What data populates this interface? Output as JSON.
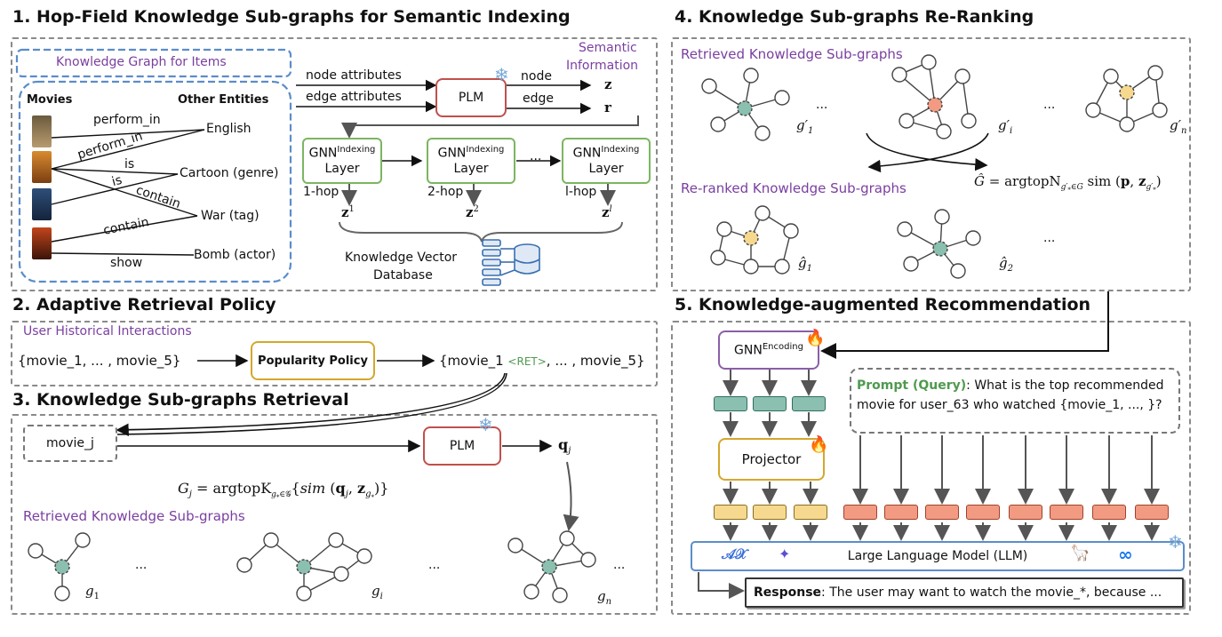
{
  "sections": {
    "s1": "1. Hop-Field Knowledge Sub-graphs for Semantic Indexing",
    "s2": "2. Adaptive Retrieval Policy",
    "s3": "3. Knowledge Sub-graphs Retrieval",
    "s4": "4. Knowledge Sub-graphs Re-Ranking",
    "s5": "5. Knowledge-augmented Recommendation"
  },
  "s1": {
    "kg_title": "Knowledge Graph for Items",
    "movies": "Movies",
    "other_entities": "Other Entities",
    "entities": [
      "English",
      "Cartoon (genre)",
      "War (tag)",
      "Bomb (actor)"
    ],
    "relations": [
      "perform_in",
      "perform_in",
      "is",
      "is",
      "contain",
      "contain",
      "show"
    ],
    "node_attributes": "node attributes",
    "edge_attributes": "edge attributes",
    "plm": "PLM",
    "node": "node",
    "edge": "edge",
    "z": "z",
    "r": "r",
    "semantic_info": [
      "Semantic",
      "Information"
    ],
    "gnn_base": "GNN",
    "gnn_sup": "Indexing",
    "layer": "Layer",
    "hops": [
      "1-hop",
      "2-hop",
      "l-hop"
    ],
    "z_sups": [
      "1",
      "2",
      "l"
    ],
    "ellipsis": "...",
    "db_label": [
      "Knowledge Vector",
      "Database"
    ]
  },
  "s2": {
    "history": "User Historical Interactions",
    "seq_in": "{movie_1, ... , movie_5}",
    "policy": "Popularity Policy",
    "seq_out_a": "{movie_1 ",
    "ret": "<RET>",
    "seq_out_b": ",  ... , movie_5}"
  },
  "s3": {
    "movie_j": "movie_j",
    "plm": "PLM",
    "qj": "q",
    "qj_sub": "j",
    "formula": "G_j = argtopK sim(q_j, z_g*)",
    "retrieved": "Retrieved Knowledge Sub-graphs",
    "g_labels": [
      "g",
      "g",
      "g"
    ],
    "g_subs": [
      "1",
      "i",
      "n"
    ],
    "dots": [
      "...",
      "...",
      "..."
    ]
  },
  "s4": {
    "retrieved": "Retrieved Knowledge Sub-graphs",
    "reranked": "Re-ranked Knowledge Sub-graphs",
    "g_subs": [
      "1",
      "i",
      "n"
    ],
    "ghat_subs": [
      "1",
      "2"
    ],
    "dots": [
      "...",
      "...",
      "..."
    ],
    "formula": "Ĝ = argtopN sim(p, z_g')"
  },
  "s5": {
    "gnn_base": "GNN",
    "gnn_sup": "Encoding",
    "projector": "Projector",
    "prompt_label": "Prompt (Query)",
    "prompt_text": ": What is the top recommended movie for user_63 who watched {movie_1, ..., }?",
    "llm": "Large Language Model (LLM)",
    "response_label": "Response",
    "response_text": ": The user may want to watch the movie_*, because ..."
  },
  "colors": {
    "purple": "#7a3fa0",
    "plm_red": "#c0504d",
    "gnn_green": "#7bb661",
    "gold": "#d4a72c",
    "kg_blue": "#5b8dc9",
    "node_teal": "#8bbfb0",
    "node_orange": "#f29b82",
    "node_yellow": "#f6d98f",
    "ret_green": "#4f9a4f"
  },
  "icons": [
    "snowflake-icon",
    "fire-icon",
    "database-icon",
    "llm-logo-icons"
  ]
}
